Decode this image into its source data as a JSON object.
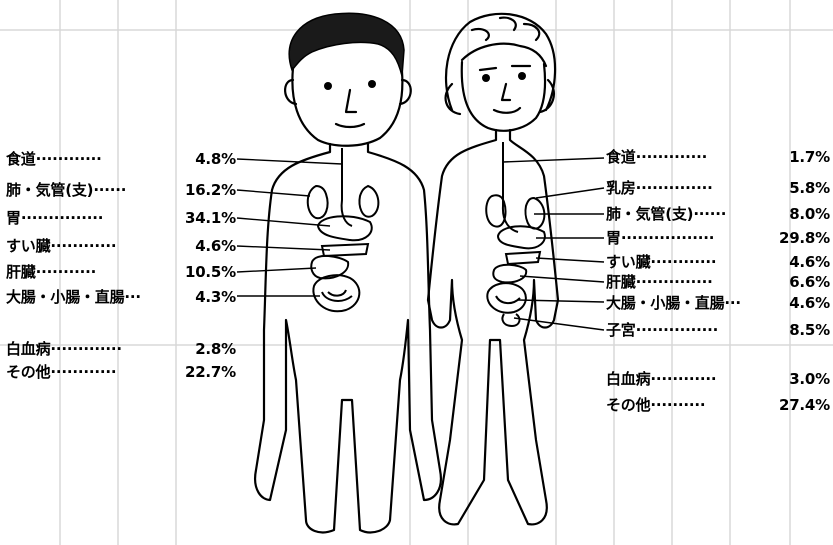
{
  "male": {
    "rows": [
      {
        "organ": "食道",
        "dots": "············",
        "pct": "4.8%"
      },
      {
        "organ": "肺・気管(支)",
        "dots": "······",
        "pct": "16.2%"
      },
      {
        "organ": "胃",
        "dots": "···············",
        "pct": "34.1%"
      },
      {
        "organ": "すい臓",
        "dots": "············",
        "pct": "4.6%"
      },
      {
        "organ": "肝臓",
        "dots": "···········",
        "pct": "10.5%"
      },
      {
        "organ": "大腸・小腸・直腸",
        "dots": "···",
        "pct": "4.3%"
      },
      {
        "organ": "白血病",
        "dots": "·············",
        "pct": "2.8%"
      },
      {
        "organ": "その他",
        "dots": "············",
        "pct": "22.7%"
      }
    ]
  },
  "female": {
    "rows": [
      {
        "organ": "食道",
        "dots": "·············",
        "pct": "1.7%"
      },
      {
        "organ": "乳房",
        "dots": "··············",
        "pct": "5.8%"
      },
      {
        "organ": "肺・気管(支)",
        "dots": "······",
        "pct": "8.0%"
      },
      {
        "organ": "胃",
        "dots": "·················",
        "pct": "29.8%"
      },
      {
        "organ": "すい臓",
        "dots": "············",
        "pct": "4.6%"
      },
      {
        "organ": "肝臓",
        "dots": "··············",
        "pct": "6.6%"
      },
      {
        "organ": "大腸・小腸・直腸",
        "dots": "···",
        "pct": "4.6%"
      },
      {
        "organ": "子宮",
        "dots": "···············",
        "pct": "8.5%"
      },
      {
        "organ": "白血病",
        "dots": "············",
        "pct": "3.0%"
      },
      {
        "organ": "その他",
        "dots": "··········",
        "pct": "27.4%"
      }
    ]
  }
}
